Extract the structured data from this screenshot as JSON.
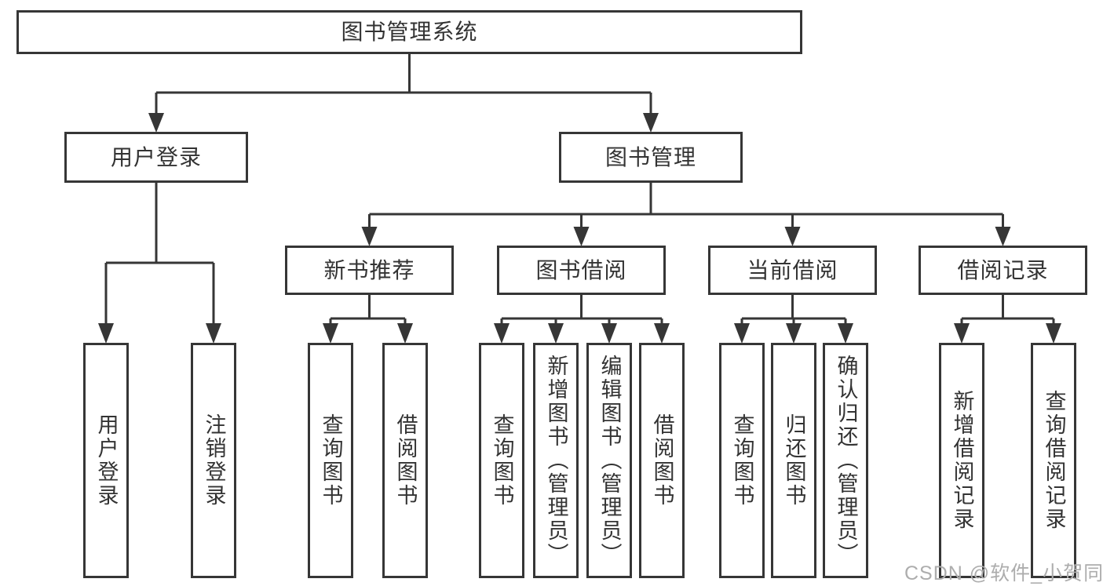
{
  "colors": {
    "line": "#363636",
    "text": "#333333",
    "watermark": "#adadad",
    "background": "#ffffff",
    "box_fill": "#ffffff"
  },
  "watermark": "CSDN @软件_小贺同学",
  "tree": {
    "root": {
      "label": "图书管理系统"
    },
    "branches": [
      {
        "label": "用户登录",
        "leaves": [
          "用户登录",
          "注销登录"
        ]
      },
      {
        "label": "图书管理",
        "groups": [
          {
            "label": "新书推荐",
            "leaves": [
              "查询图书",
              "借阅图书"
            ]
          },
          {
            "label": "图书借阅",
            "leaves": [
              "查询图书",
              "新增图书（管理员）",
              "编辑图书（管理员）",
              "借阅图书"
            ]
          },
          {
            "label": "当前借阅",
            "leaves": [
              "查询图书",
              "归还图书",
              "确认归还（管理员）"
            ]
          },
          {
            "label": "借阅记录",
            "leaves": [
              "新增借阅记录",
              "查询借阅记录"
            ]
          }
        ]
      }
    ]
  }
}
